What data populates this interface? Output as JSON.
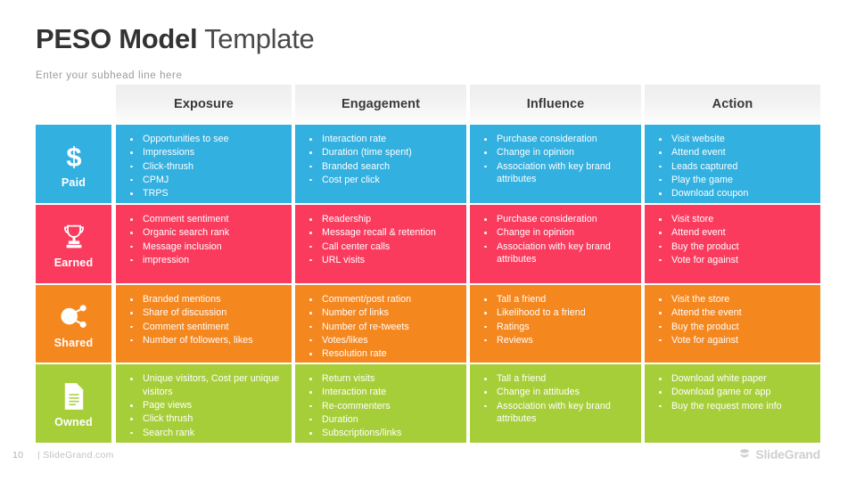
{
  "slide": {
    "title_strong": "PESO Model",
    "title_light": "Template",
    "subhead": "Enter your subhead line here"
  },
  "colors": {
    "paid": "#32b0e0",
    "earned": "#fa3b5e",
    "shared": "#f5871f",
    "owned": "#a6ce39",
    "header_bg": "#f1f1f1",
    "title": "#3b3b3b",
    "subhead": "#9b9b9b",
    "footer": "#c2c2c2"
  },
  "columns": [
    {
      "label": "Exposure"
    },
    {
      "label": "Engagement"
    },
    {
      "label": "Influence"
    },
    {
      "label": "Action"
    }
  ],
  "rows": [
    {
      "key": "paid",
      "label": "Paid",
      "icon": "dollar-sign-icon",
      "color": "#32b0e0",
      "cells": [
        [
          "Opportunities to see",
          "Impressions",
          "Click-thrush",
          "CPMJ",
          "TRPS"
        ],
        [
          "Interaction rate",
          "Duration (time spent)",
          "Branded search",
          "Cost per click"
        ],
        [
          "Purchase consideration",
          "Change in opinion",
          "Association with key brand attributes"
        ],
        [
          "Visit website",
          "Attend event",
          "Leads captured",
          "Play the game",
          "Download coupon"
        ]
      ]
    },
    {
      "key": "earned",
      "label": "Earned",
      "icon": "trophy-icon",
      "color": "#fa3b5e",
      "cells": [
        [
          "Comment sentiment",
          "Organic search rank",
          "Message inclusion",
          "impression"
        ],
        [
          "Readership",
          "Message recall & retention",
          "Call center calls",
          "URL visits"
        ],
        [
          "Purchase consideration",
          "Change in opinion",
          "Association with key brand attributes"
        ],
        [
          "Visit store",
          "Attend event",
          "Buy the product",
          "Vote for against"
        ]
      ]
    },
    {
      "key": "shared",
      "label": "Shared",
      "icon": "share-network-icon",
      "color": "#f5871f",
      "cells": [
        [
          "Branded mentions",
          "Share of discussion",
          "Comment sentiment",
          "Number of followers, likes"
        ],
        [
          "Comment/post ration",
          "Number of links",
          "Number of re-tweets",
          "Votes/likes",
          "Resolution rate"
        ],
        [
          "Tall a friend",
          "Likelihood to a friend",
          "Ratings",
          "Reviews"
        ],
        [
          "Visit the store",
          "Attend the event",
          "Buy the product",
          "Vote for against"
        ]
      ]
    },
    {
      "key": "owned",
      "label": "Owned",
      "icon": "document-icon",
      "color": "#a6ce39",
      "cells": [
        [
          "Unique visitors, Cost per unique visitors",
          "Page views",
          "Click thrush",
          "Search rank"
        ],
        [
          "Return visits",
          "Interaction rate",
          "Re-commenters",
          "Duration",
          "Subscriptions/links"
        ],
        [
          "Tall a friend",
          "Change in attitudes",
          "Association with key brand attributes"
        ],
        [
          "Download white paper",
          "Download game or app",
          "Buy the request more info"
        ]
      ]
    }
  ],
  "footer": {
    "page_number": "10",
    "site": "| SlideGrand.com",
    "brand_name": "SlideGrand",
    "brand_icon": "slidegrand-logo-icon"
  }
}
